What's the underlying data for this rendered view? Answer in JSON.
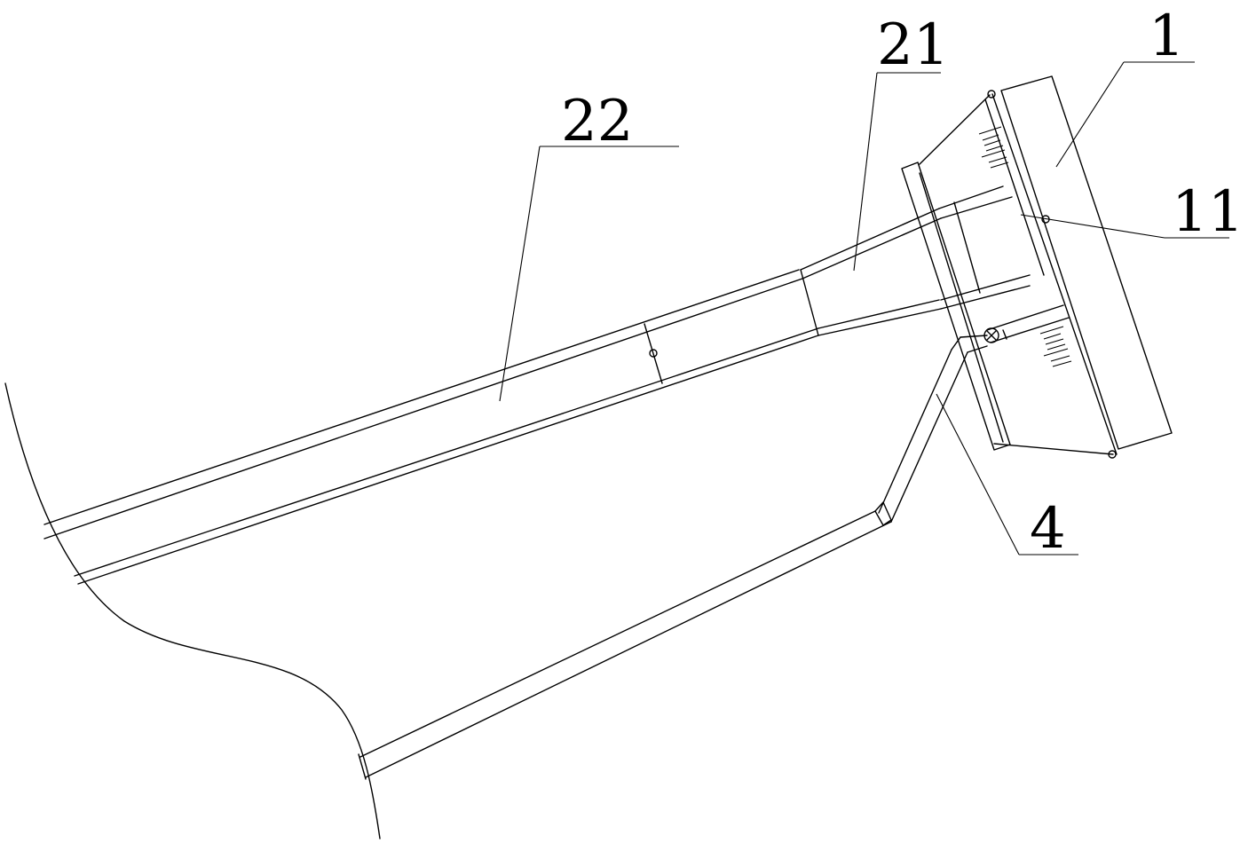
{
  "labels": {
    "part_1": "1",
    "part_11": "11",
    "part_21": "21",
    "part_22": "22",
    "part_4": "4"
  }
}
